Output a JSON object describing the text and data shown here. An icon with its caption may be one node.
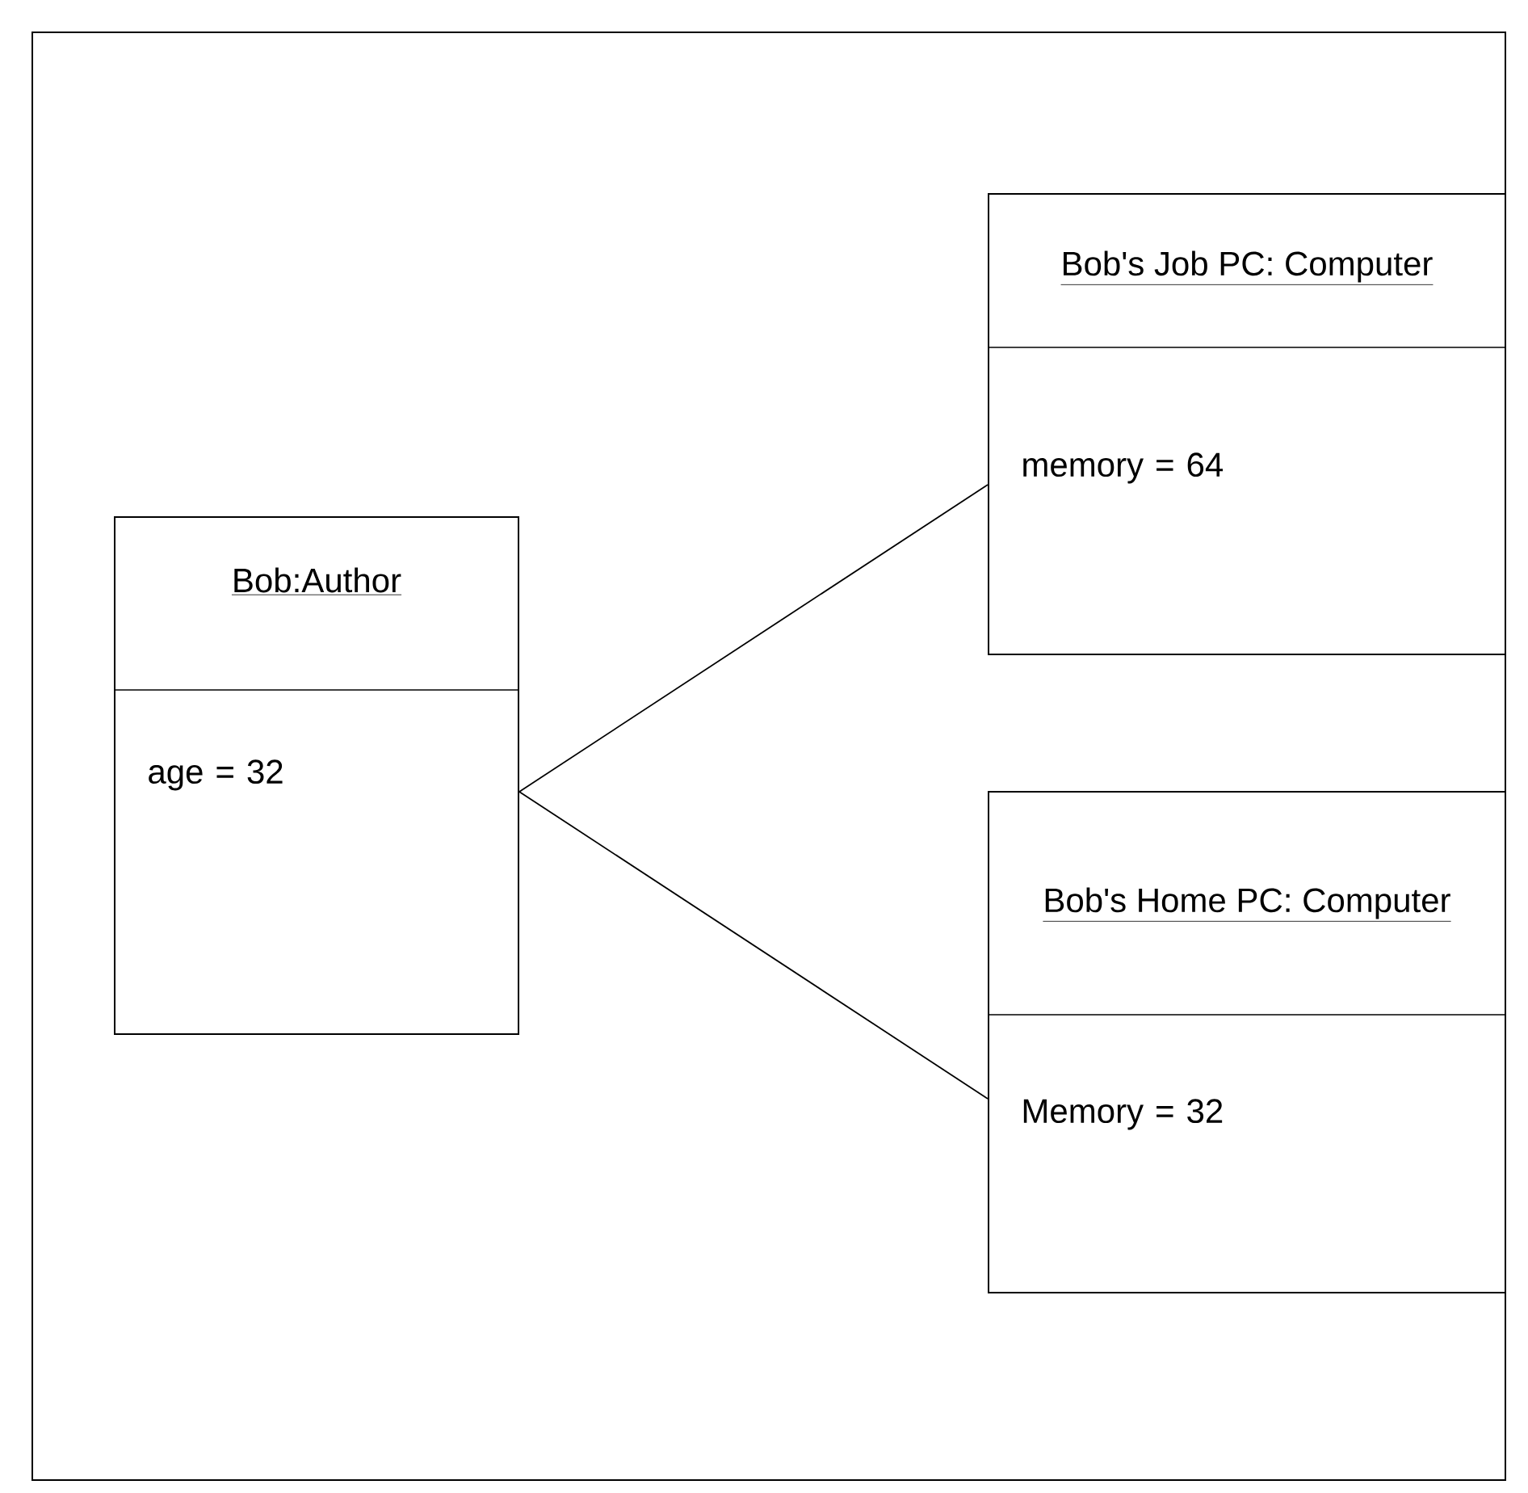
{
  "diagram": {
    "nodes": [
      {
        "text": [
          "Bob:Author",
          "age = 32"
        ]
      },
      {
        "text": [
          "Bob's Job PC: Computer",
          "memory = 64"
        ]
      },
      {
        "text": [
          "Bob's Home PC: Computer",
          "Memory = 32"
        ]
      }
    ],
    "edges": [
      {
        "from": 0,
        "to": 1,
        "arrow": "none"
      },
      {
        "from": 0,
        "to": 2,
        "arrow": "none"
      }
    ]
  }
}
